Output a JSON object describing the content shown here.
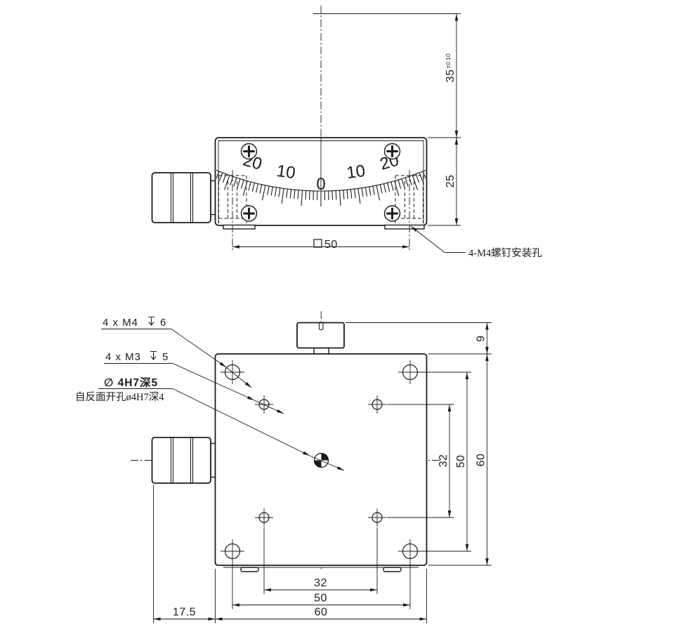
{
  "side_view": {
    "scale_labels": [
      "20",
      "10",
      "0",
      "10",
      "20"
    ],
    "dim_height_total": "35",
    "dim_height_total_tol": "±0.10",
    "dim_body_height": "25",
    "dim_square_spacing": "50",
    "note_mounting": "4-M4螺钉安装孔"
  },
  "plan_view": {
    "callout_m4_prefix": "4 x  M4",
    "callout_m4_depth": "6",
    "callout_m3_prefix": "4 x  M3",
    "callout_m3_depth": "5",
    "callout_center_hole": "∅ 4H7深5",
    "callout_back_hole": "自反面开孔ø4H7深4",
    "dim_knob_offset": "9",
    "dim_right_inner": "32",
    "dim_right_mid": "50",
    "dim_right_outer": "60",
    "dim_bottom_inner": "32",
    "dim_bottom_mid": "50",
    "dim_bottom_outer": "60",
    "dim_left_knob": "17.5"
  }
}
